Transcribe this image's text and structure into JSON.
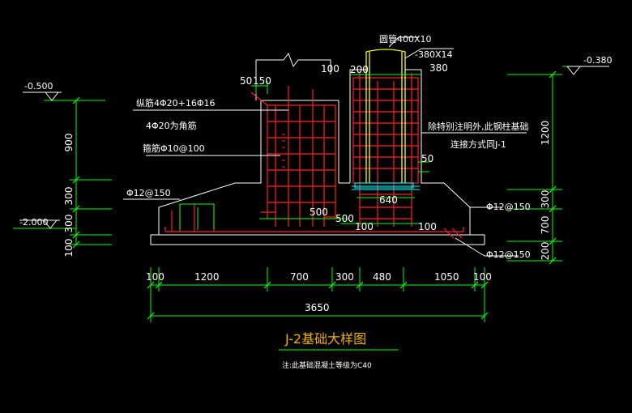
{
  "drawing": {
    "title": "J-2基础大样图",
    "note": "注:此基础混凝土等级为C40",
    "colors": {
      "background": "#000000",
      "dim": "#00ff00",
      "rebar": "#ff2020",
      "outline": "#ffffff",
      "column": "#ffff00",
      "cyan": "#00ffff",
      "title": "#f0b000"
    },
    "labels": {
      "pipe": "圆管400X10",
      "plate": "-380X14",
      "plate_w": "380",
      "vert_bars": "纵筋4Φ20+16Φ16",
      "corner_bars": "4Φ20为角筋",
      "stirrups": "箍筋Φ10@100",
      "bottom_bars_left": "Φ12@150",
      "bottom_bars_right": "Φ12@150",
      "bottom_bars_right2": "Φ12@150",
      "steel_note_1": "除特别注明外,此钢柱基础",
      "steel_note_2": "连接方式同J-1"
    },
    "elevations": {
      "left_top": "-0.500",
      "left_bottom": "-2.000",
      "right_top": "-0.380"
    },
    "dims": {
      "d50": "50",
      "d150": "150",
      "d100_top": "100",
      "d200": "200",
      "d500a": "500",
      "d500b": "500",
      "d100a": "100",
      "d100b": "100",
      "d640": "640",
      "d50r": "50",
      "left": [
        "900",
        "300",
        "300",
        "100"
      ],
      "right": [
        "1200",
        "300",
        "700",
        "200"
      ],
      "bottom": [
        "100",
        "1200",
        "700",
        "300",
        "480",
        "1050",
        "100"
      ],
      "total": "3650"
    }
  }
}
